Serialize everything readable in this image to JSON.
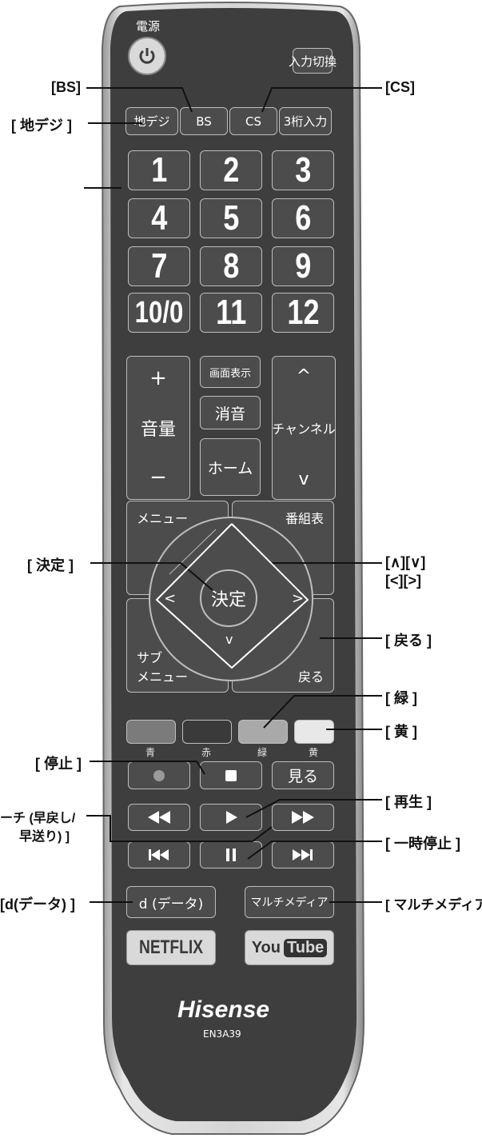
{
  "remote": {
    "power_label": "電源",
    "input_switch": "入力切換",
    "row_broadcast": [
      "地デジ",
      "BS",
      "CS",
      "3桁入力"
    ],
    "number_keys": [
      "1",
      "2",
      "3",
      "4",
      "5",
      "6",
      "7",
      "8",
      "9",
      "10/0",
      "11",
      "12"
    ],
    "volume": {
      "plus": "+",
      "label": "音量",
      "minus": "−"
    },
    "screen_display": "画面表示",
    "mute": "消音",
    "home": "ホーム",
    "channel": {
      "up": "^",
      "label": "チャンネル",
      "down": "v"
    },
    "menu": "メニュー",
    "guide": "番組表",
    "ok": "決定",
    "left": "<",
    "right": ">",
    "up": "^",
    "down": "v",
    "sub_menu_line1": "サブ",
    "sub_menu_line2": "メニュー",
    "back": "戻る",
    "color_keys": [
      "青",
      "赤",
      "緑",
      "黄"
    ],
    "view": "見る",
    "d_data": "d (データ)",
    "multimedia": "マルチメディア",
    "netflix": "NETFLIX",
    "youtube_you": "You",
    "youtube_tube": "Tube",
    "brand": "Hisense",
    "model": "EN3A39"
  },
  "callouts": {
    "bs": "[BS]",
    "chidegi": "[ 地デジ ]",
    "cs": "[CS]",
    "kettei": "[ 決定 ]",
    "arrows_line1": "[∧][∨]",
    "arrows_line2": "[<][>]",
    "modoru": "[ 戻る ]",
    "midori": "[ 緑 ]",
    "ki": "[ 黄 ]",
    "teishi": "[ 停止 ]",
    "saisei": "[ 再生 ]",
    "search_line1": "ーチ (早戻し/",
    "search_line2": "早送り) ]",
    "ichiji": "[ 一時停止 ]",
    "d_data": "[d(データ) ]",
    "multimedia": "[ マルチメディア ]"
  },
  "colors": {
    "body": "#3e3e3e",
    "button": "#4c4c4c",
    "blue_key": "#7b7b7b",
    "red_key": "#3a3a3a",
    "green_key": "#a9a9a9",
    "yellow_key": "#e8e8e8"
  }
}
